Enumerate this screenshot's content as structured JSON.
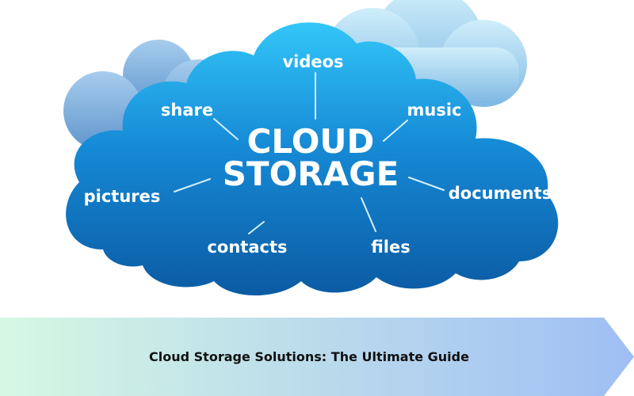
{
  "illustration": {
    "center_line1": "CLOUD",
    "center_line2": "STORAGE",
    "labels": {
      "videos": "videos",
      "share": "share",
      "music": "music",
      "pictures": "pictures",
      "documents": "documents",
      "contacts": "contacts",
      "files": "files"
    },
    "colors": {
      "cloud_main_top": "#35c3f7",
      "cloud_main_bottom": "#0a5fa8",
      "cloud_back_light": "#b9e3f7",
      "cloud_back_dark": "#6ea4d6",
      "text": "#ffffff"
    }
  },
  "banner": {
    "title": "Cloud Storage Solutions: The Ultimate Guide",
    "colors": {
      "gradient_start": "#d6f8e3",
      "gradient_end": "#9fbef4"
    }
  }
}
